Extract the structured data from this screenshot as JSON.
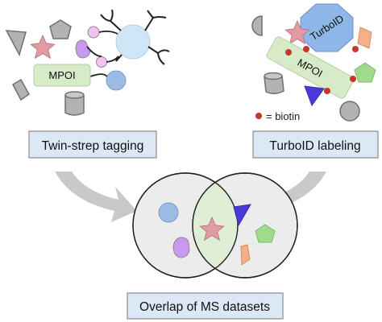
{
  "left_panel": {
    "mpoi_label": "MPOI",
    "method_label": "Twin-strep tagging"
  },
  "right_panel": {
    "turboid_label": "TurboID",
    "mpoi_label": "MPOI",
    "legend_text": "= biotin",
    "method_label": "TurboID labeling"
  },
  "bottom": {
    "result_label": "Overlap of MS datasets"
  },
  "colors": {
    "shape_gray": "#b3b3b3",
    "shape_outline": "#707070",
    "star_pink": "#e39ba3",
    "mpoi_green": "#d8ebc8",
    "turboid_blue": "#8fb6e8",
    "purple": "#c899ec",
    "light_pink": "#f3c3f0",
    "blue_circle": "#9dbbe4",
    "triangle_blue": "#4a3bd9",
    "pentagon_green": "#9fda8d",
    "diamond_orange": "#f5b087",
    "biotin_red": "#c0392b",
    "venn_fill": "#ececec",
    "overlap_green": "#dfeed5",
    "label_box": "#dce8f5",
    "arrow_gray": "#c9c9c9"
  }
}
